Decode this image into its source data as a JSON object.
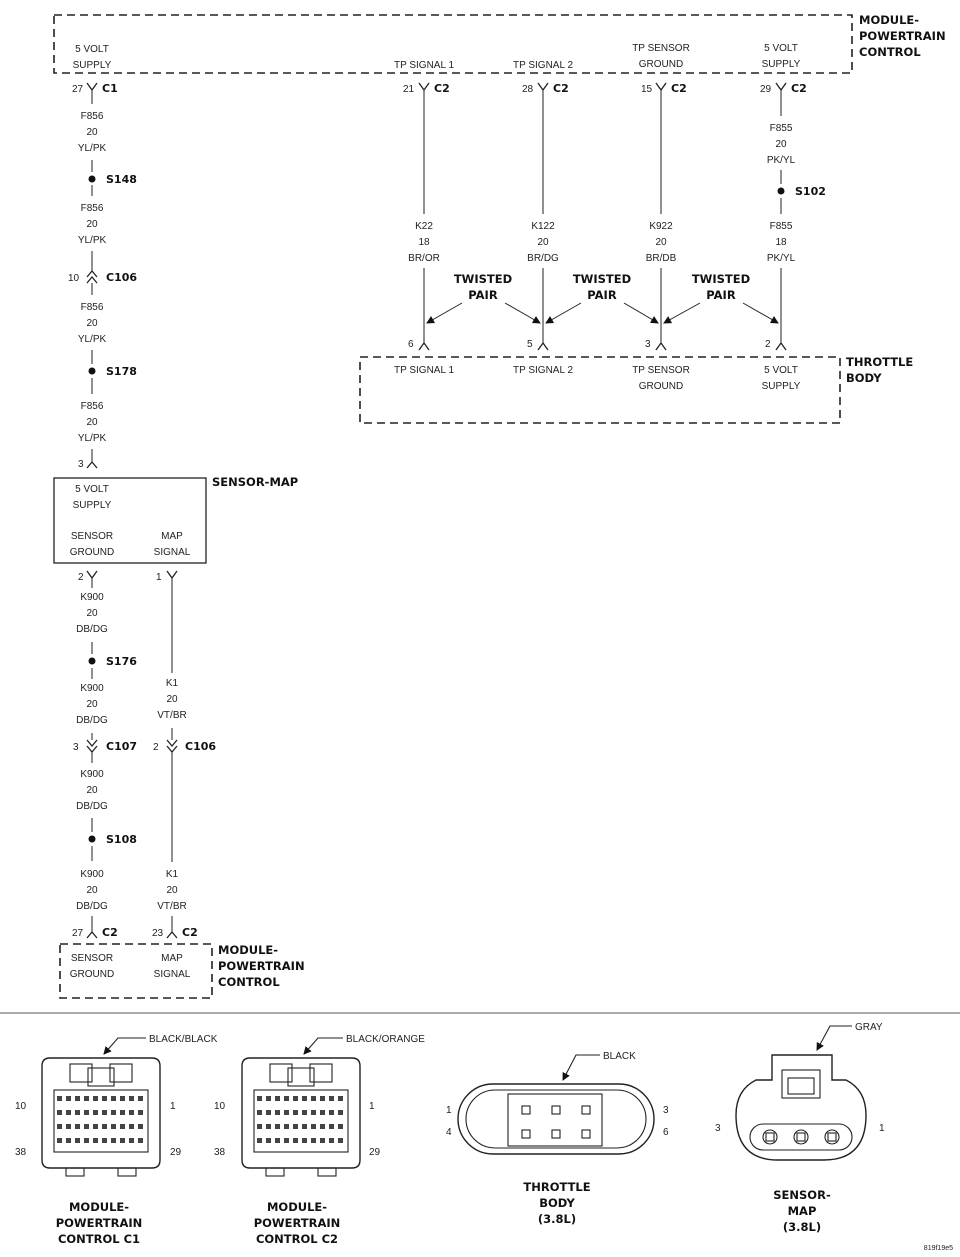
{
  "modules": {
    "pcm_top": "MODULE-\nPOWERTRAIN\nCONTROL",
    "pcm_bottom": "MODULE-\nPOWERTRAIN\nCONTROL",
    "throttle_body": "THROTTLE\nBODY",
    "sensor_map": "SENSOR-MAP"
  },
  "pcm_top_pins": [
    {
      "label": "5 VOLT\nSUPPLY",
      "pin": "27",
      "conn": "C1"
    },
    {
      "label": "TP SIGNAL 1",
      "pin": "21",
      "conn": "C2"
    },
    {
      "label": "TP SIGNAL 2",
      "pin": "28",
      "conn": "C2"
    },
    {
      "label": "TP SENSOR\nGROUND",
      "pin": "15",
      "conn": "C2"
    },
    {
      "label": "5 VOLT\nSUPPLY",
      "pin": "29",
      "conn": "C2"
    }
  ],
  "left_chain": {
    "w1": "F856\n20\nYL/PK",
    "s1": "S148",
    "w2": "F856\n20\nYL/PK",
    "c106_pin": "10",
    "c106": "C106",
    "w3": "F856\n20\nYL/PK",
    "s2": "S178",
    "w4": "F856\n20\nYL/PK",
    "map_pin3": "3"
  },
  "right_chain": {
    "w855a": "F855\n20\nPK/YL",
    "s102": "S102",
    "k22": "K22\n18\nBR/OR",
    "k122": "K122\n20\nBR/DG",
    "k922": "K922\n20\nBR/DB",
    "f855b": "F855\n18\nPK/YL",
    "twisted_pair": "TWISTED\nPAIR"
  },
  "throttle_pins": [
    {
      "label": "TP SIGNAL 1",
      "pin": "6"
    },
    {
      "label": "TP SIGNAL 2",
      "pin": "5"
    },
    {
      "label": "TP SENSOR\nGROUND",
      "pin": "3"
    },
    {
      "label": "5 VOLT\nSUPPLY",
      "pin": "2"
    }
  ],
  "map_box": {
    "supply": "5 VOLT\nSUPPLY",
    "ground": "SENSOR\nGROUND",
    "signal": "MAP\nSIGNAL",
    "pin_ground": "2",
    "pin_signal": "1"
  },
  "ground_chain": {
    "w1": "K900\n20\nDB/DG",
    "s176": "S176",
    "w2": "K900\n20\nDB/DG",
    "c107_pin": "3",
    "c107": "C107",
    "w3": "K900\n20\nDB/DG",
    "s108": "S108",
    "w4": "K900\n20\nDB/DG",
    "end_pin": "27",
    "end_conn": "C2"
  },
  "signal_chain": {
    "w1": "K1\n20\nVT/BR",
    "c106_pin": "2",
    "c106": "C106",
    "w2": "K1\n20\nVT/BR",
    "end_pin": "23",
    "end_conn": "C2"
  },
  "pcm_bottom_pins": {
    "ground": "SENSOR\nGROUND",
    "signal": "MAP\nSIGNAL"
  },
  "connectors": {
    "c1_color": "BLACK/BLACK",
    "c2_color": "BLACK/ORANGE",
    "tb_color": "BLACK",
    "map_color": "GRAY",
    "c1_name": "MODULE-\nPOWERTRAIN\nCONTROL C1",
    "c2_name": "MODULE-\nPOWERTRAIN\nCONTROL C2",
    "tb_name": "THROTTLE\nBODY\n(3.8L)",
    "map_name": "SENSOR-\nMAP\n(3.8L)",
    "pcm_pins": {
      "tl": "10",
      "tr": "1",
      "bl": "38",
      "br": "29"
    },
    "tb_pins": {
      "tl": "1",
      "ml": "4",
      "tr": "3",
      "mr": "6"
    },
    "map_pins": {
      "l": "3",
      "r": "1"
    }
  },
  "figure_id": "819f19e5"
}
